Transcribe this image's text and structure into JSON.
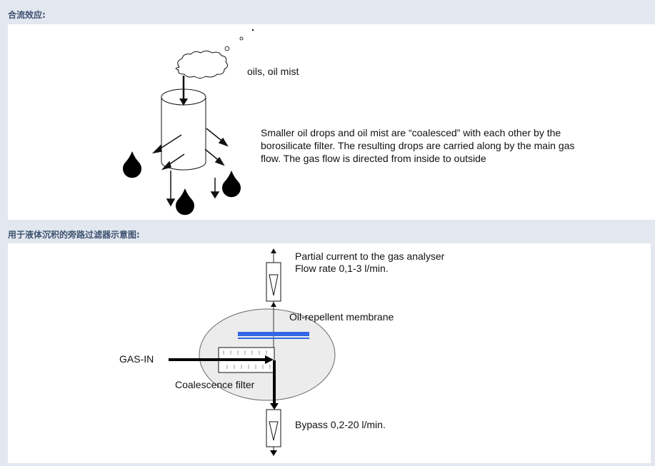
{
  "sections": [
    {
      "heading": "合流效应:",
      "diagram": {
        "label_mist": "oils, oil mist",
        "description_lines": [
          "Smaller oil drops and oil mist are “coalesced” with each other by the",
          "borosilicate filter. The resulting drops are carried along by the main gas",
          "flow. The gas flow is directed from inside to outside"
        ]
      }
    },
    {
      "heading": "用于液体沉积的旁路过滤器示意图:",
      "diagram": {
        "partial_current_line1": "Partial current to the gas analyser",
        "partial_current_line2": "Flow rate 0,1-3 l/min.",
        "membrane_label": "Oil-repellent membrane",
        "gas_in_label": "GAS-IN",
        "filter_label": "Coalescence filter",
        "bypass_label": "Bypass 0,2-20 l/min."
      }
    }
  ],
  "colors": {
    "background": "#e3e8f0",
    "heading_text": "#3f5270",
    "membrane": "#3366e6",
    "housing_fill": "#ececec"
  }
}
